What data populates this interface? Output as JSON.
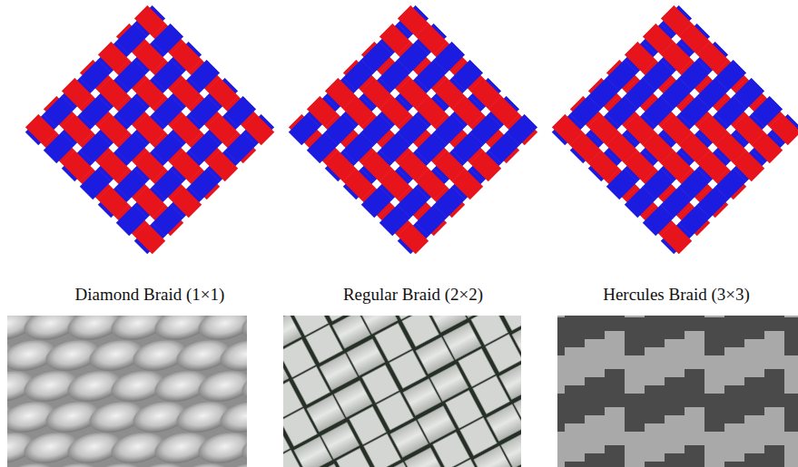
{
  "diagram": {
    "labels": [
      "Diamond Braid (1×1)",
      "Regular Braid (2×2)",
      "Hercules Braid (3×3)"
    ]
  }
}
